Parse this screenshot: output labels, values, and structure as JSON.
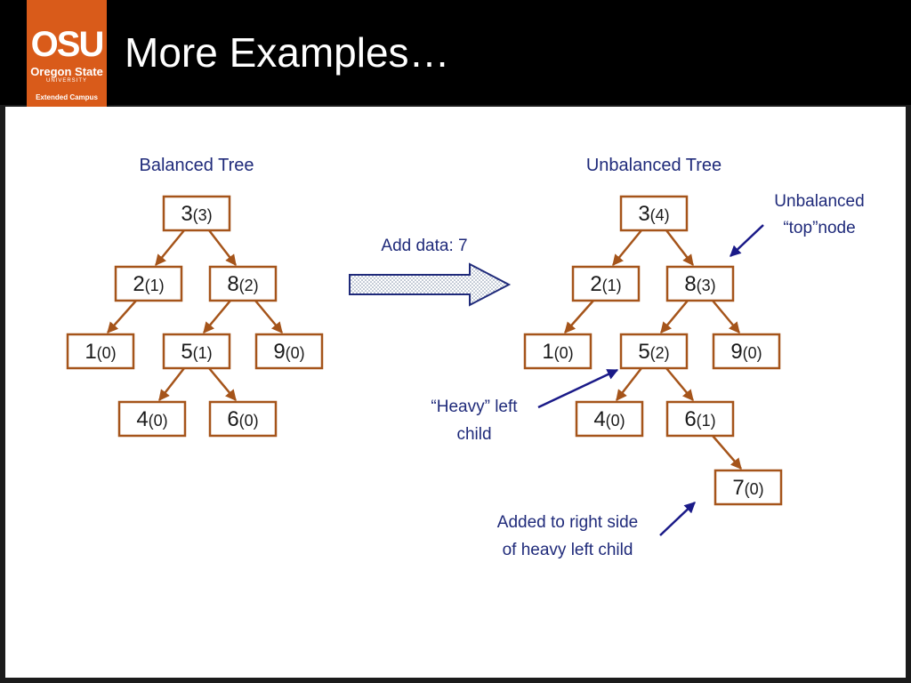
{
  "title": "More Examples…",
  "logo": {
    "mark": "OSU",
    "line1": "Oregon State",
    "line2": "UNIVERSITY",
    "line3": "Extended Campus"
  },
  "balanced_tree": {
    "label": "Balanced Tree",
    "nodes": [
      {
        "id": "b3",
        "value": "3",
        "height": "(3)"
      },
      {
        "id": "b2",
        "value": "2",
        "height": "(1)"
      },
      {
        "id": "b8",
        "value": "8",
        "height": "(2)"
      },
      {
        "id": "b1",
        "value": "1",
        "height": "(0)"
      },
      {
        "id": "b5",
        "value": "5",
        "height": "(1)"
      },
      {
        "id": "b9",
        "value": "9",
        "height": "(0)"
      },
      {
        "id": "b4",
        "value": "4",
        "height": "(0)"
      },
      {
        "id": "b6",
        "value": "6",
        "height": "(0)"
      }
    ]
  },
  "unbalanced_tree": {
    "label": "Unbalanced Tree",
    "nodes": [
      {
        "id": "u3",
        "value": "3",
        "height": "(4)"
      },
      {
        "id": "u2",
        "value": "2",
        "height": "(1)"
      },
      {
        "id": "u8",
        "value": "8",
        "height": "(3)"
      },
      {
        "id": "u1",
        "value": "1",
        "height": "(0)"
      },
      {
        "id": "u5",
        "value": "5",
        "height": "(2)"
      },
      {
        "id": "u9",
        "value": "9",
        "height": "(0)"
      },
      {
        "id": "u4",
        "value": "4",
        "height": "(0)"
      },
      {
        "id": "u6",
        "value": "6",
        "height": "(1)"
      },
      {
        "id": "u7",
        "value": "7",
        "height": "(0)"
      }
    ]
  },
  "arrow_label": "Add data: 7",
  "annotations": {
    "top_node": [
      "Unbalanced",
      "“top”node"
    ],
    "heavy_left": [
      "“Heavy” left",
      "child"
    ],
    "added": [
      "Added to right side",
      "of heavy left child"
    ]
  },
  "colors": {
    "node_border": "#a5541a",
    "label_text": "#1f2a7a",
    "brand_orange": "#d95b1a"
  }
}
